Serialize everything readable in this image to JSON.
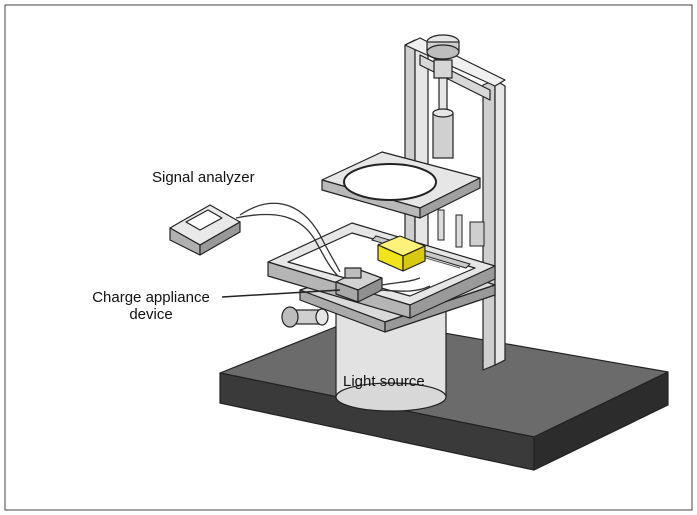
{
  "labels": {
    "signal_analyzer": "Signal analyzer",
    "charge_line1": "Charge appliance",
    "charge_line2": "device",
    "light_source": "Light source"
  },
  "colors": {
    "base_top": "#6b6b6b",
    "base_side": "#3a3a3a",
    "frame_light": "#e6e6e6",
    "frame_mid": "#c8c8c8",
    "frame_dark": "#9a9a9a",
    "highlight_yellow": "#f2e31b",
    "outline": "#222222"
  }
}
